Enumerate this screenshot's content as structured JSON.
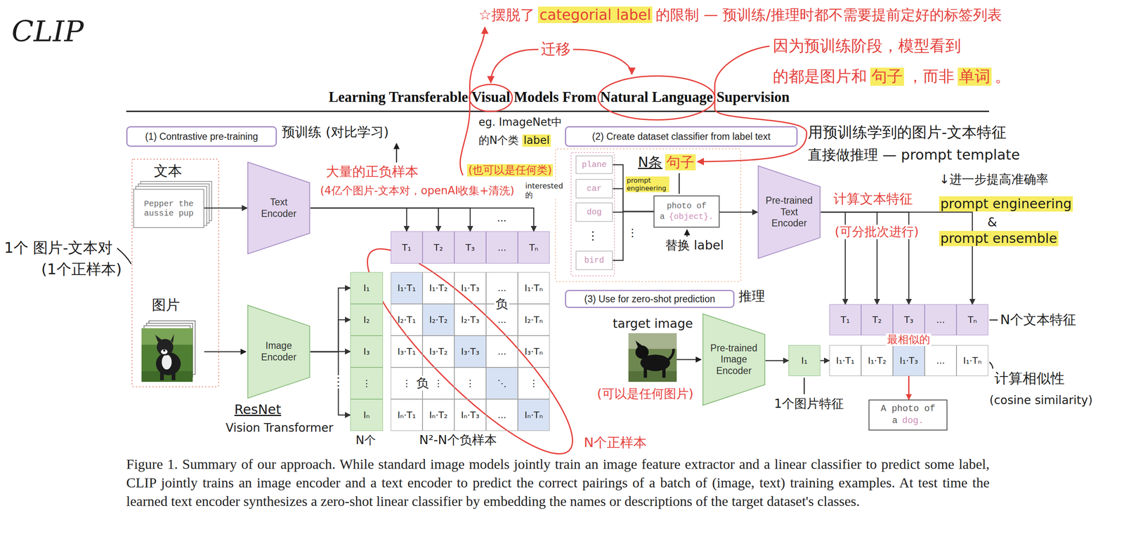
{
  "diagram": {
    "title": "Learning Transferable Visual Models From Natural Language Supervision",
    "caption": "Figure 1. Summary of our approach. While standard image models jointly train an image feature extractor and a linear classifier to predict some label, CLIP jointly trains an image encoder and a text encoder to predict the correct pairings of a batch of (image, text) training examples. At test time the learned text encoder synthesizes a zero-shot linear classifier by embedding the names or descriptions of the target dataset's classes.",
    "nodes": [
      {
        "text": [
          "(1) Contrastive pre-training"
        ]
      },
      {
        "text": [
          "Pepper the aussie pup"
        ]
      },
      {
        "text": [
          "Text Encoder"
        ]
      },
      {
        "text": [
          "Image Encoder"
        ]
      },
      {
        "text": [
          "T₁"
        ]
      },
      {
        "text": [
          "T₂"
        ]
      },
      {
        "text": [
          "T₃"
        ]
      },
      {
        "text": [
          "..."
        ]
      },
      {
        "text": [
          "Tₙ"
        ]
      },
      {
        "text": [
          "I₁"
        ]
      },
      {
        "text": [
          "I₂"
        ]
      },
      {
        "text": [
          "I₃"
        ]
      },
      {
        "text": [
          "⋮"
        ]
      },
      {
        "text": [
          "Iₙ"
        ]
      },
      {
        "text": [
          "I₁·T₁"
        ]
      },
      {
        "text": [
          "I₁·T₂"
        ]
      },
      {
        "text": [
          "I₁·T₃"
        ]
      },
      {
        "text": [
          "..."
        ]
      },
      {
        "text": [
          "I₁·Tₙ"
        ]
      },
      {
        "text": [
          "I₂·T₁"
        ]
      },
      {
        "text": [
          "I₂·T₂"
        ]
      },
      {
        "text": [
          "I₂·T₃"
        ]
      },
      {
        "text": [
          "..."
        ]
      },
      {
        "text": [
          "I₂·Tₙ"
        ]
      },
      {
        "text": [
          "I₃·T₁"
        ]
      },
      {
        "text": [
          "I₃·T₂"
        ]
      },
      {
        "text": [
          "I₃·T₃"
        ]
      },
      {
        "text": [
          "..."
        ]
      },
      {
        "text": [
          "I₃·Tₙ"
        ]
      },
      {
        "text": [
          "⋮"
        ]
      },
      {
        "text": [
          "⋮"
        ]
      },
      {
        "text": [
          "⋮"
        ]
      },
      {
        "text": [
          "⋱"
        ]
      },
      {
        "text": [
          "⋮"
        ]
      },
      {
        "text": [
          "Iₙ·T₁"
        ]
      },
      {
        "text": [
          "Iₙ·T₂"
        ]
      },
      {
        "text": [
          "Iₙ·T₃"
        ]
      },
      {
        "text": [
          "..."
        ]
      },
      {
        "text": [
          "Iₙ·Tₙ"
        ]
      },
      {
        "text": [
          "(2) Create dataset classifier from label text"
        ]
      },
      {
        "text": [
          "plane"
        ]
      },
      {
        "text": [
          "car"
        ]
      },
      {
        "text": [
          "dog"
        ]
      },
      {
        "text": [
          "bird"
        ]
      },
      {
        "text": [
          "photo of a",
          "{object}."
        ]
      },
      {
        "text": [
          "(3) Use for zero-shot prediction"
        ]
      },
      {
        "text": [
          "Pre-trained Text Encoder"
        ]
      },
      {
        "text": [
          "T₁"
        ]
      },
      {
        "text": [
          "T₂"
        ]
      },
      {
        "text": [
          "T₃"
        ]
      },
      {
        "text": [
          "..."
        ]
      },
      {
        "text": [
          "Tₙ"
        ]
      },
      {
        "text": [
          "Pre-trained Image Encoder"
        ]
      },
      {
        "text": [
          "I₁"
        ]
      },
      {
        "text": [
          "I₁·T₁"
        ]
      },
      {
        "text": [
          "I₁·T₂"
        ]
      },
      {
        "text": [
          "I₁·T₃"
        ]
      },
      {
        "text": [
          "..."
        ]
      },
      {
        "text": [
          "I₁·Tₙ"
        ]
      },
      {
        "text": [
          "A photo of a",
          "dog."
        ]
      }
    ],
    "edges": [
      {
        "from": 1,
        "to": 2,
        "arrow": "to"
      },
      {
        "from": 2,
        "to": 4,
        "arrow": "to"
      },
      {
        "from": 2,
        "to": 5,
        "arrow": "to"
      },
      {
        "from": 2,
        "to": 6,
        "arrow": "to"
      },
      {
        "from": 2,
        "to": 8,
        "arrow": "to"
      },
      {
        "from": 3,
        "to": 9,
        "arrow": "to"
      },
      {
        "from": 3,
        "to": 10,
        "arrow": "to"
      },
      {
        "from": 3,
        "to": 11,
        "arrow": "to"
      },
      {
        "from": 3,
        "to": 13,
        "arrow": "to"
      },
      {
        "from": 40,
        "to": 44,
        "arrow": "none"
      },
      {
        "from": 41,
        "to": 44,
        "arrow": "none"
      },
      {
        "from": 42,
        "to": 44,
        "arrow": "none"
      },
      {
        "from": 43,
        "to": 44,
        "arrow": "none"
      },
      {
        "from": 44,
        "to": 46,
        "arrow": "to"
      },
      {
        "from": 46,
        "to": 47,
        "arrow": "to"
      },
      {
        "from": 46,
        "to": 48,
        "arrow": "to"
      },
      {
        "from": 46,
        "to": 49,
        "arrow": "to"
      },
      {
        "from": 46,
        "to": 51,
        "arrow": "to"
      },
      {
        "from": 52,
        "to": 53,
        "arrow": "to"
      },
      {
        "from": 53,
        "to": 54,
        "arrow": "to"
      },
      {
        "from": 56,
        "to": 59,
        "arrow": "to"
      }
    ],
    "labels": [
      "CLIP",
      "☆摆脱了",
      "categorial label",
      "的限制 — 预训练/推理时都不需要提前定好的标签列表",
      "迁移",
      "因为预训练阶段，模型看到",
      "的都是图片和",
      "句子",
      "，而非",
      "单词",
      "。",
      "预训练 (对比学习)",
      "eg. ImageNet中",
      "的N个类",
      "label",
      "(也可以是任何类)",
      "interested 的",
      "用预训练学到的图片-文本特征",
      "直接做推理 — prompt template",
      "↓进一步提高准确率",
      "prompt engineering",
      "&",
      "prompt ensemble",
      "文本",
      "大量的正负样本",
      "(4亿个图片-文本对，openAI收集+清洗)",
      "N条",
      "句子",
      "prompt engineering",
      "替换 label",
      "计算文本特征",
      "(可分批次进行)",
      "...",
      "1个 图片-文本对",
      "(1个正样本)",
      "图片",
      "负",
      "推理",
      "N个文本特征",
      "target image",
      "最相似的",
      "⋮",
      "负",
      "(可以是任何图片)",
      "1个图片特征",
      "计算相似性",
      "(cosine similarity)",
      "ResNet",
      "Vision Transformer",
      "N个",
      "N²-N个负样本",
      "N个正样本",
      "⋮",
      "⋮"
    ]
  }
}
